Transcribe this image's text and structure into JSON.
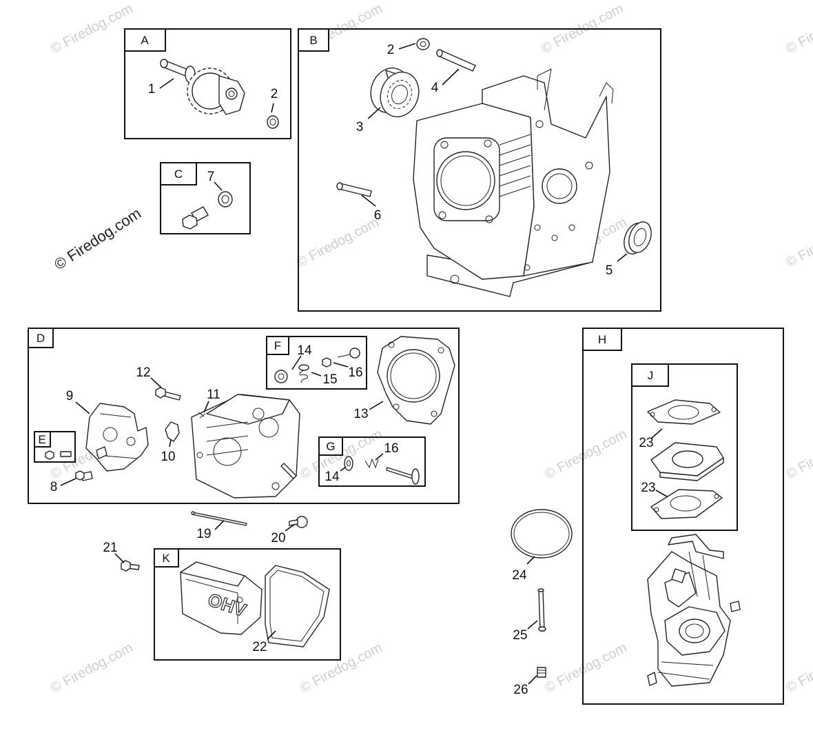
{
  "sections": {
    "A": "A",
    "B": "B",
    "C": "C",
    "D": "D",
    "E": "E",
    "F": "F",
    "G": "G",
    "H": "H",
    "J": "J",
    "K": "K"
  },
  "callouts": {
    "a1": "1",
    "a2": "2",
    "b2": "2",
    "b3": "3",
    "b4": "4",
    "b5": "5",
    "b6": "6",
    "c7": "7",
    "d8": "8",
    "d9": "9",
    "d10": "10",
    "d11": "11",
    "d12": "12",
    "d13": "13",
    "f14": "14",
    "f15": "15",
    "f16": "16",
    "g14": "14",
    "g16": "16",
    "l19": "19",
    "l20": "20",
    "l21": "21",
    "k22": "22",
    "j23a": "23",
    "j23b": "23",
    "l24": "24",
    "l25": "25",
    "l26": "26"
  },
  "watermark": {
    "main": "© Firedog.com",
    "faint": "© Firedog.com"
  },
  "cover_text": "OHV"
}
